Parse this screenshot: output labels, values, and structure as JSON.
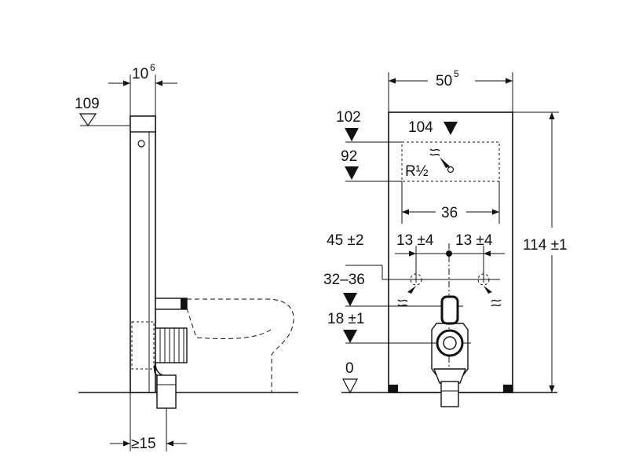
{
  "side_view": {
    "depth_label": "10",
    "depth_sup": "6",
    "top_level_label": "109",
    "floor_gap_label": "≥15"
  },
  "front_view": {
    "width_label": "50",
    "width_sup": "5",
    "height_label": "114 ±1",
    "level_102": "102",
    "level_104": "104",
    "level_92": "92",
    "supply_label": "R½",
    "box_width_label": "36",
    "level_45": "45 ±2",
    "offset_left": "13 ±4",
    "offset_right": "13 ±4",
    "level_32_36": "32–36",
    "level_18": "18 ±1",
    "level_0": "0"
  }
}
